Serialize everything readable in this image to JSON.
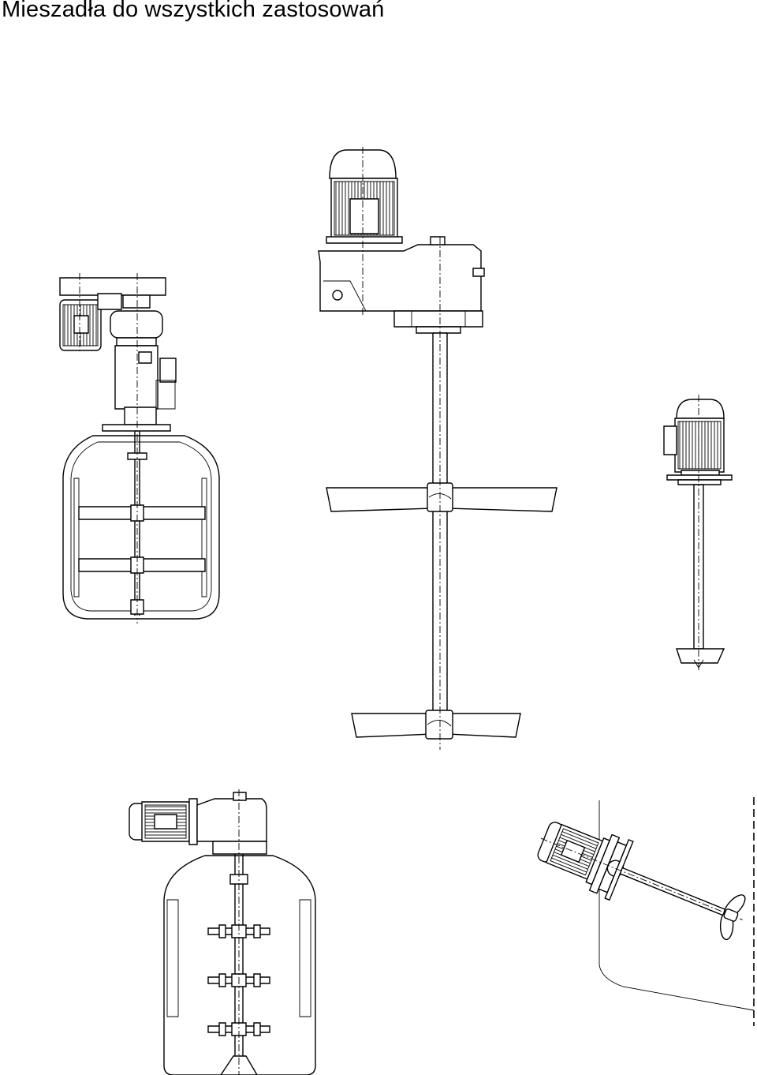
{
  "title": "Mieszadła do wszystkich zastosowań",
  "figures": [
    {
      "id": "fig-1",
      "icon": "tank-agitator-side-motor-drawing"
    },
    {
      "id": "fig-2",
      "icon": "gear-motor-twin-impeller-agitator-drawing"
    },
    {
      "id": "fig-3",
      "icon": "compact-propeller-mixer-drawing"
    },
    {
      "id": "fig-4",
      "icon": "multi-stage-paddle-tank-agitator-drawing"
    },
    {
      "id": "fig-5",
      "icon": "side-entry-propeller-agitator-drawing"
    }
  ]
}
